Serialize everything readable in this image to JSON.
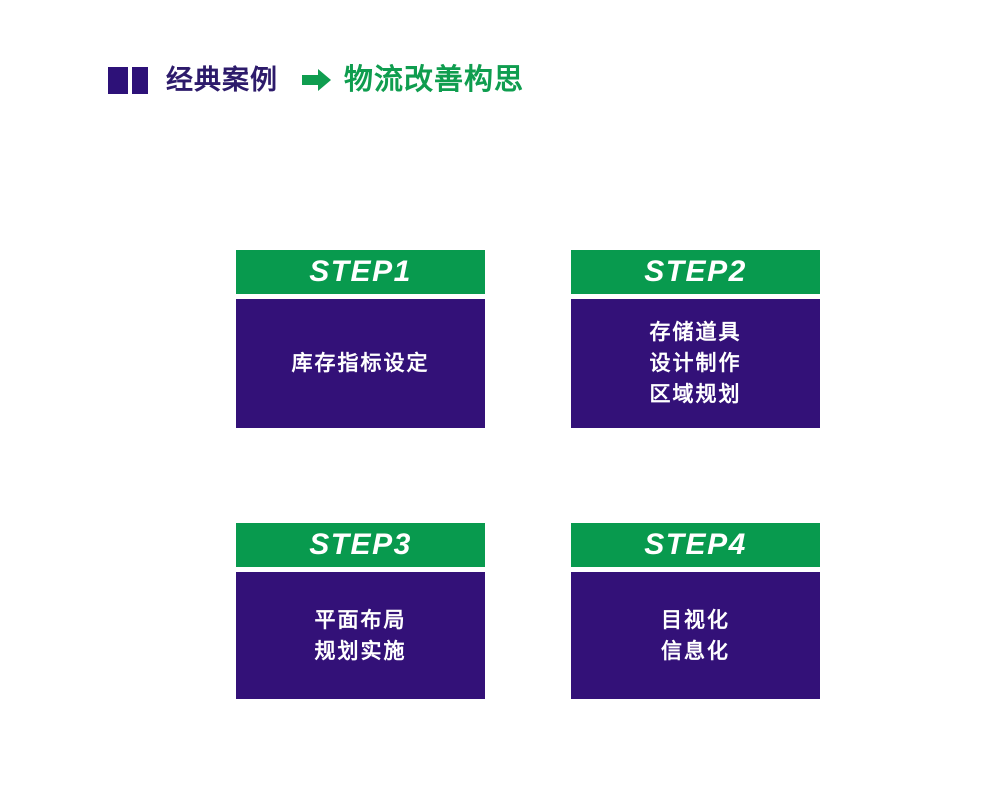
{
  "header": {
    "icon_name": "double-square-icon",
    "title_left": "经典案例",
    "arrow_icon_name": "right-arrow-icon",
    "title_right": "物流改善构思",
    "color_left": "#2d1b6b",
    "color_right": "#0f9d4f",
    "icon_color": "#2d1178"
  },
  "theme": {
    "green": "#089a4e",
    "purple": "#331178",
    "background": "#ffffff",
    "text_on_card": "#ffffff"
  },
  "steps": [
    {
      "head": "STEP1",
      "lines": [
        "库存指标设定"
      ]
    },
    {
      "head": "STEP2",
      "lines": [
        "存储道具",
        "设计制作",
        "区域规划"
      ]
    },
    {
      "head": "STEP3",
      "lines": [
        "平面布局",
        "规划实施"
      ]
    },
    {
      "head": "STEP4",
      "lines": [
        "目视化",
        "信息化"
      ]
    }
  ]
}
